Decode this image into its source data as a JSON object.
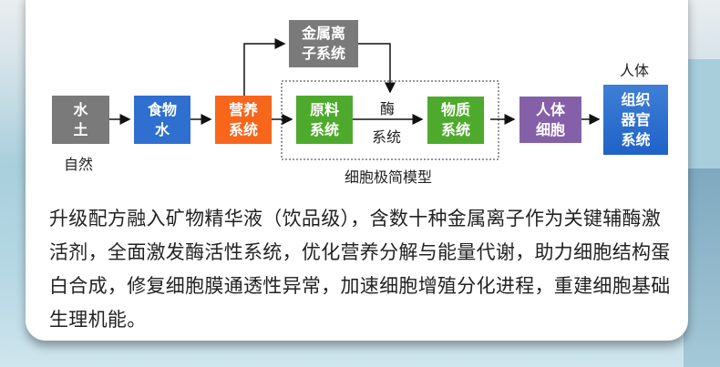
{
  "diagram": {
    "nodes": {
      "soil": {
        "line1": "水",
        "line2": "土",
        "caption": "自然"
      },
      "food": {
        "line1": "食物",
        "line2": "水"
      },
      "nutrition": {
        "line1": "营养",
        "line2": "系统"
      },
      "metal": {
        "line1": "金属离",
        "line2": "子系统"
      },
      "raw": {
        "line1": "原料",
        "line2": "系统"
      },
      "enzyme": {
        "line1": "酶",
        "line2": "系统"
      },
      "matter": {
        "line1": "物质",
        "line2": "系统"
      },
      "cell": {
        "line1": "人体",
        "line2": "细胞"
      },
      "organ": {
        "line1": "组织",
        "line2": "器官",
        "line3": "系统",
        "caption": "人体"
      }
    },
    "model_label": "细胞极简模型",
    "colors": {
      "gray": "#7a7a7a",
      "blue": "#2f6fcf",
      "orange": "#f7661b",
      "green": "#4eaa2c",
      "purple": "#8560a8"
    }
  },
  "description": "升级配方融入矿物精华液（饮品级），含数十种金属离子作为关键辅酶激活剂，全面激发酶活性系统，优化营养分解与能量代谢，助力细胞结构蛋白合成，修复细胞膜通透性异常，加速细胞增殖分化进程，重建细胞基础生理机能。"
}
